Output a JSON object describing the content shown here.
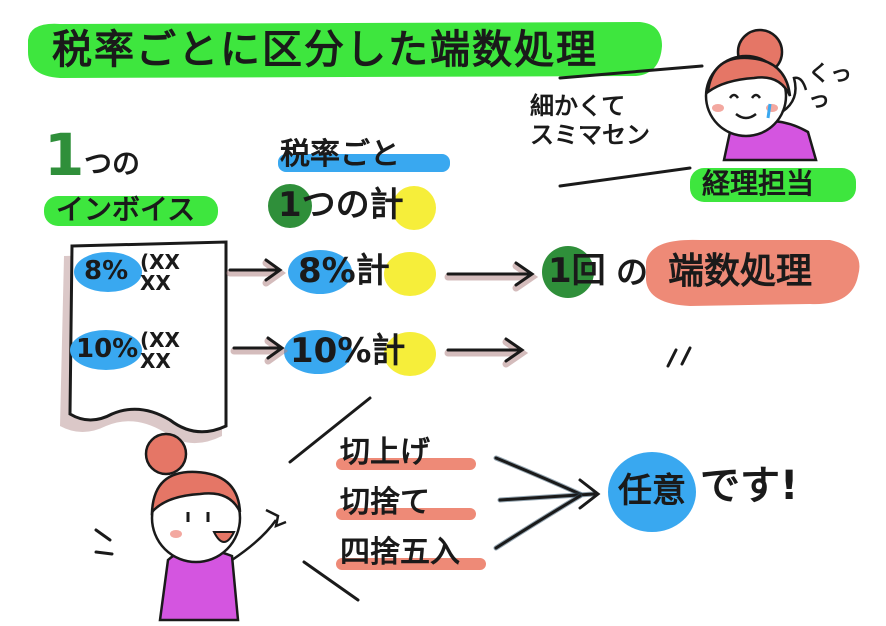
{
  "title": "税率ごとに区分した端数処理",
  "invoice": {
    "heading_number": "1",
    "heading_rest": "つの",
    "label": "インボイス",
    "row1_rate": "8%",
    "row1_value": "(XX\nXX",
    "row2_rate": "10%",
    "row2_value": "(XX\nXX"
  },
  "middle": {
    "per_rate": "税率ごと",
    "one_total": "1つの計",
    "total_8": "8%計",
    "total_10": "10%計"
  },
  "result": {
    "once": "1回",
    "no": "の",
    "rounding": "端数処理",
    "equals": "〃"
  },
  "accountant": {
    "speech": "細かくて\nスミマセン",
    "label": "経理担当",
    "sound": "くっ\nっ"
  },
  "options": {
    "round_up": "切上げ",
    "round_down": "切捨て",
    "round_half": "四捨五入",
    "arbitrary": "任意",
    "suffix": "です!"
  },
  "colors": {
    "green": "#3ee63e",
    "blue": "#39a8f0",
    "yellow": "#f6ee3a",
    "salmon": "#ee8a77",
    "dark_green": "#2f8f3a",
    "skin": "#fde8dc",
    "hair": "#e57666",
    "shirt": "#d455e0"
  }
}
